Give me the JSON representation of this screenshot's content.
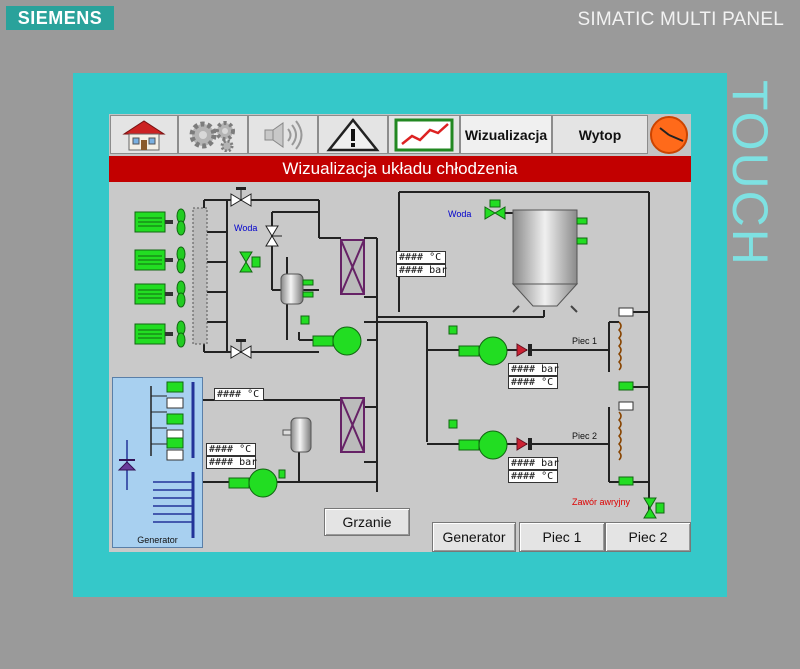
{
  "device": {
    "brand": "SIEMENS",
    "model": "SIMATIC MULTI PANEL",
    "touch_label": "TOUCH"
  },
  "toolbar": {
    "icons": [
      "home-icon",
      "gears-icon",
      "speaker-icon",
      "warning-icon",
      "trend-icon",
      "clock-icon"
    ],
    "tab_wizualizacja": "Wizualizacja",
    "tab_wytop": "Wytop"
  },
  "screen": {
    "title": "Wizualizacja układu chłodzenia"
  },
  "labels": {
    "woda_left": "Woda",
    "woda_right": "Woda",
    "piec1": "Piec 1",
    "piec2": "Piec 2",
    "emergency_valve": "Zawór awryjny",
    "generator": "Generator"
  },
  "readouts": {
    "hx1_temp": "#### °C",
    "hx1_pressure": "#### bar",
    "gen_temp": "#### °C",
    "hx2_temp": "#### °C",
    "hx2_pressure": "#### bar",
    "piec1_pressure": "#### bar",
    "piec1_temp": "#### °C",
    "piec2_pressure": "#### bar",
    "piec2_temp": "#### °C"
  },
  "buttons": {
    "grzanie": "Grzanie",
    "generator": "Generator",
    "piec1": "Piec 1",
    "piec2": "Piec 2"
  },
  "colors": {
    "bezel": "#35c8c9",
    "brand_badge": "#2aa29b",
    "title_bar": "#c20000",
    "equipment_green": "#22dd22",
    "generator_panel": "#a8d0f0",
    "emergency_label": "#dd0000",
    "water_label": "#0000cc"
  }
}
